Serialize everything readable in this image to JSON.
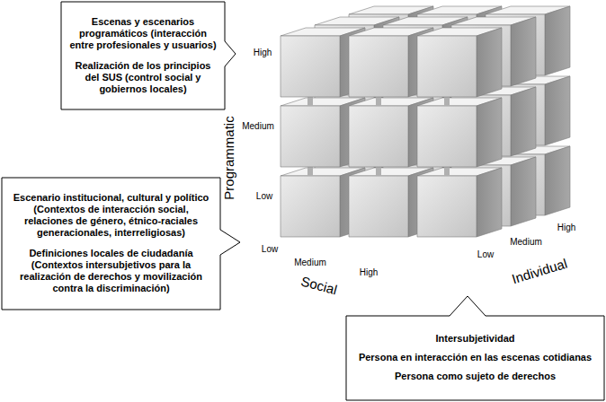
{
  "diagram": {
    "nodes": [
      {
        "text": [
          "Escenas y escenarios programáticos (interacción entre profesionales y usuarios)",
          "Realización de los principios del SUS (control social y gobiernos locales)"
        ]
      },
      {
        "text": [
          "Escenario institucional, cultural y político (Contextos de interacción social, relaciones de género, étnico-raciales generacionales, interreligiosas)",
          "Definiciones locales de ciudadanía (Contextos intersubjetivos para la realización de derechos y movilización contra la discriminación)"
        ]
      },
      {
        "text": [
          "Intersubjetividad",
          "Persona en interacción en las escenas cotidianas",
          "Persona como sujeto de derechos"
        ]
      }
    ],
    "labels": [
      "Programmatic",
      "High",
      "Medium",
      "Low",
      "Low",
      "Medium",
      "High",
      "Social",
      "Low",
      "Medium",
      "High",
      "Individual"
    ]
  }
}
